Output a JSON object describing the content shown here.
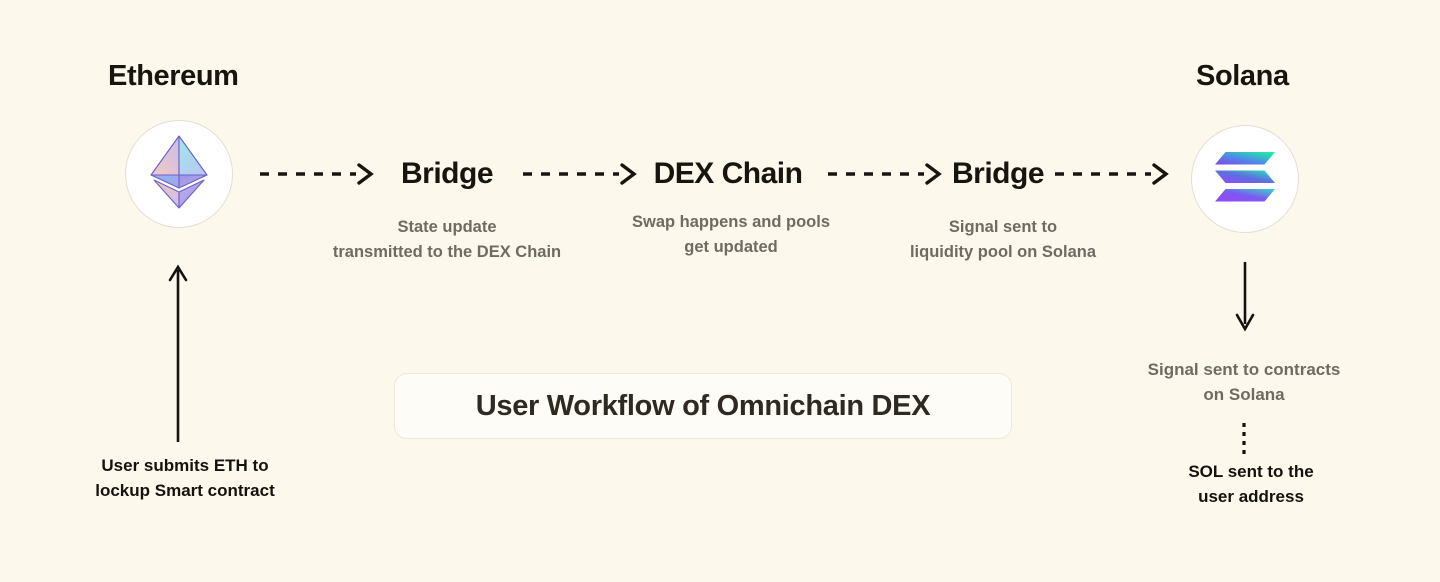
{
  "background_color": "#FDF8EC",
  "colors": {
    "ink": "#17150F",
    "gray_text": "#6F6B62",
    "title_text": "#2E2A22",
    "card_bg": "#FEFCF6",
    "card_border": "#EFE8D9",
    "circle_bg": "#FFFFFF",
    "circle_border": "#E4DED0"
  },
  "title_card": {
    "text": "User Workflow of Omnichain DEX"
  },
  "chains": {
    "left": {
      "name": "Ethereum",
      "logo_icon": "ethereum-logo-icon"
    },
    "right": {
      "name": "Solana",
      "logo_icon": "solana-logo-icon"
    }
  },
  "flow": {
    "nodes": [
      {
        "label": "Bridge",
        "caption": "State update\ntransmitted to the DEX Chain"
      },
      {
        "label": "DEX Chain",
        "caption": "Swap happens and pools\nget updated"
      },
      {
        "label": "Bridge",
        "caption": "Signal sent to\nliquidity pool on Solana"
      }
    ],
    "arrows": [
      {
        "name": "arrow-eth-to-bridge1",
        "direction": "right",
        "style": "dashed"
      },
      {
        "name": "arrow-bridge1-to-dexchain",
        "direction": "right",
        "style": "dashed"
      },
      {
        "name": "arrow-dexchain-to-bridge2",
        "direction": "right",
        "style": "dashed"
      },
      {
        "name": "arrow-bridge2-to-solana",
        "direction": "right",
        "style": "dashed"
      }
    ]
  },
  "left_column": {
    "arrow_direction": "up",
    "note": "User submits ETH to\nlockup Smart contract"
  },
  "right_column": {
    "arrow_direction": "down",
    "note_primary": "Signal sent to contracts\non Solana",
    "note_secondary": "SOL sent to the\nuser address",
    "connector_style": "dotted-vertical"
  }
}
